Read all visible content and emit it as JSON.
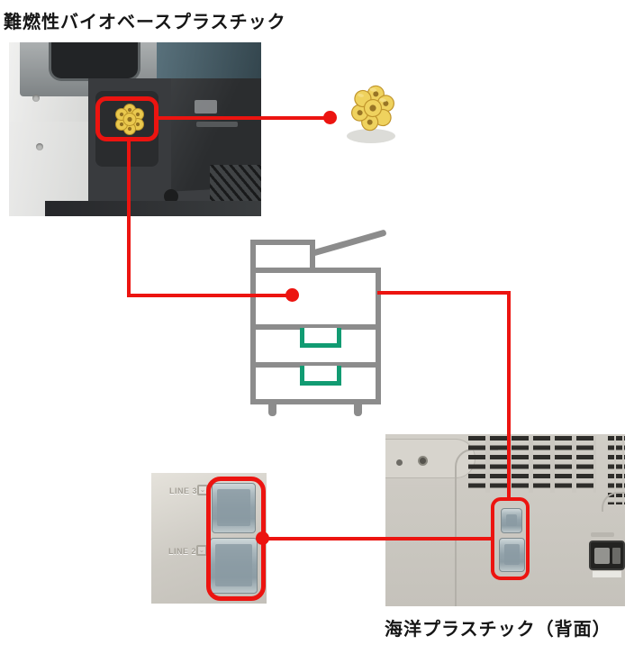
{
  "captions": {
    "top": "難燃性バイオベースプラスチック",
    "bottom": "海洋プラスチック（背面）"
  },
  "ports": {
    "line3": "LINE 3",
    "line2": "LINE 2"
  },
  "colors": {
    "connector_red": "#ec1410",
    "printer_icon_gray": "#8c8c8c",
    "drawer_handle_green": "#119b72",
    "bio_part_yellow": "#e9c84e"
  },
  "icons": {
    "printer": "printer-outline-icon",
    "gear_part": "yellow-bio-plastic-gear",
    "pellet_part": "bio-plastic-molded-part",
    "phone_jack": "phone-jack-icon"
  }
}
